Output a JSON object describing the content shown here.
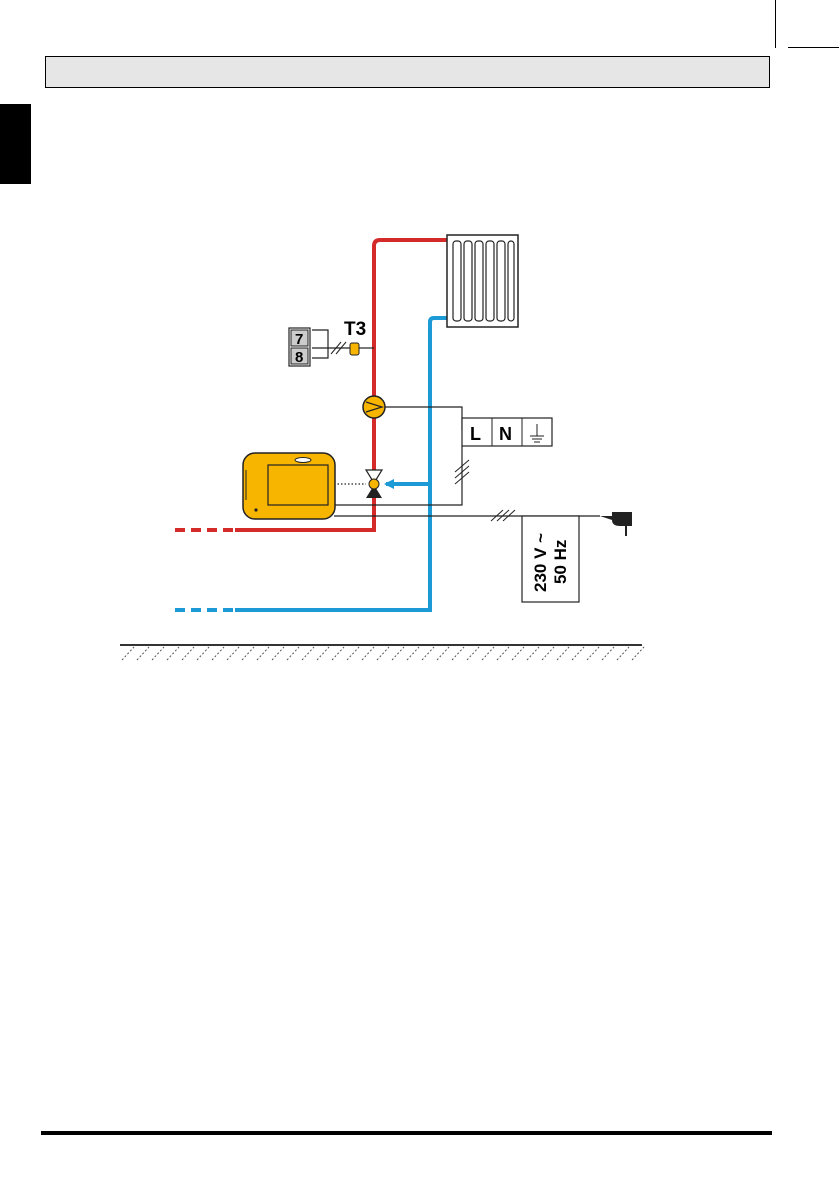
{
  "diagram": {
    "sensor_label": "T3",
    "terminal_top": "7",
    "terminal_bottom": "8",
    "power_L": "L",
    "power_N": "N",
    "voltage_line1": "230 V ~",
    "voltage_line2": "50 Hz"
  },
  "colors": {
    "hot": "#d42a2a",
    "cold": "#1b9ad6",
    "controller": "#f7b500",
    "header": "#e6e6e6"
  }
}
